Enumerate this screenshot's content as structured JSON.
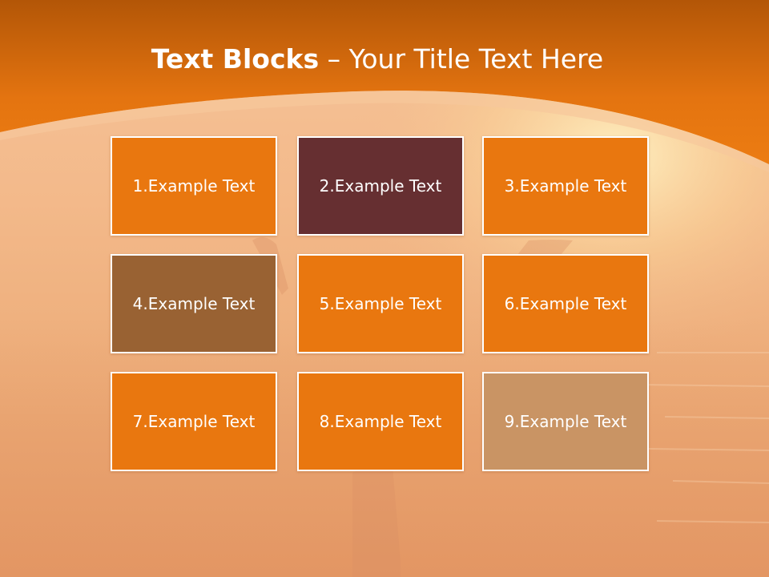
{
  "title": {
    "bold": "Text Blocks",
    "dash": " – ",
    "rest": "Your Title Text Here"
  },
  "blocks": [
    {
      "label": "1.Example Text",
      "color": "#e9770f"
    },
    {
      "label": "2.Example Text",
      "color": "#662f31"
    },
    {
      "label": "3.Example Text",
      "color": "#e9770f"
    },
    {
      "label": "4.Example Text",
      "color": "#996233"
    },
    {
      "label": "5.Example Text",
      "color": "#e9770f"
    },
    {
      "label": "6.Example Text",
      "color": "#e9770f"
    },
    {
      "label": "7.Example Text",
      "color": "#e9770f"
    },
    {
      "label": "8.Example Text",
      "color": "#e9770f"
    },
    {
      "label": "9.Example Text",
      "color": "#c99464"
    }
  ],
  "theme": {
    "header_orange": "#e9770f",
    "header_dark": "#b35607"
  }
}
